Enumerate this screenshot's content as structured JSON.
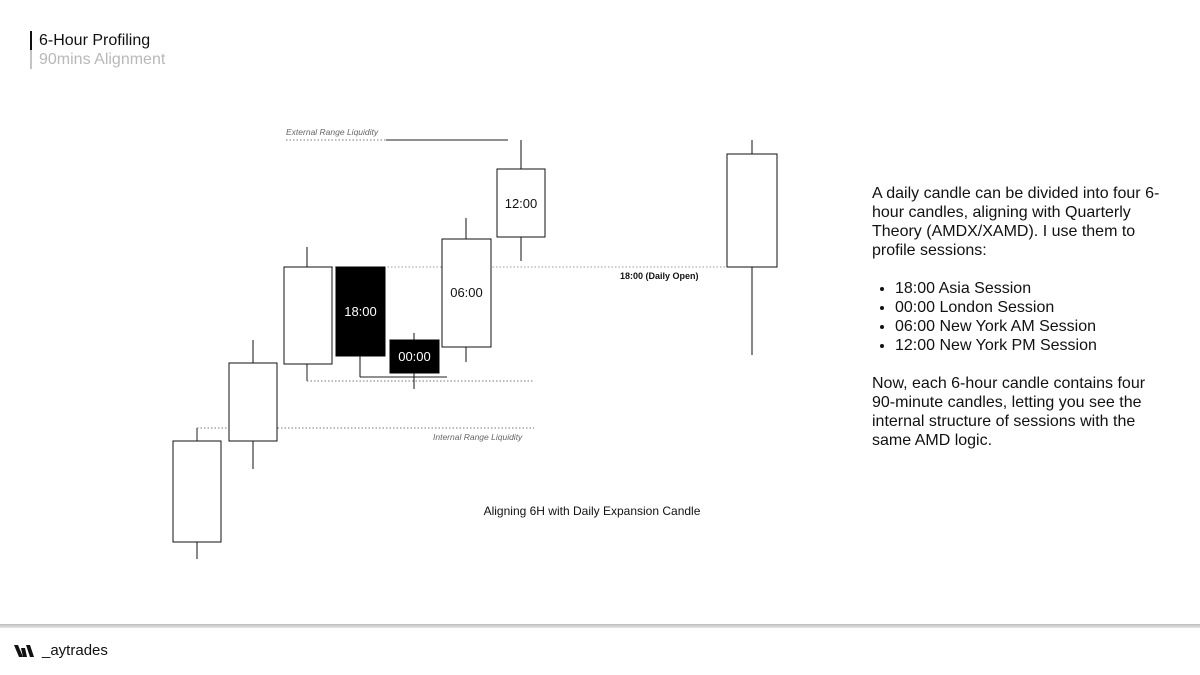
{
  "header": {
    "title": "6-Hour Profiling",
    "subtitle": "90mins Alignment"
  },
  "diagram": {
    "caption": "Aligning 6H with Daily Expansion Candle",
    "external_label": "External Range Liquidity",
    "internal_label": "Internal Range Liquidity",
    "daily_open_label": "18:00 (Daily Open)",
    "candles": [
      {
        "label": "",
        "fill": "white"
      },
      {
        "label": "",
        "fill": "white"
      },
      {
        "label": "",
        "fill": "white"
      },
      {
        "label": "18:00",
        "fill": "black"
      },
      {
        "label": "00:00",
        "fill": "black"
      },
      {
        "label": "06:00",
        "fill": "white"
      },
      {
        "label": "12:00",
        "fill": "white"
      },
      {
        "label": "",
        "fill": "white"
      }
    ]
  },
  "description": {
    "intro": "A daily candle can be divided into four 6-hour candles, aligning with Quarterly Theory (AMDX/XAMD). I use them to profile sessions:",
    "sessions": [
      "18:00 Asia Session",
      "00:00 London Session",
      "06:00 New York AM Session",
      "12:00 New York PM Session"
    ],
    "outro": "Now, each 6-hour candle contains four 90-minute candles, letting you see the internal structure of sessions with the same AMD logic."
  },
  "footer": {
    "brand": "_aytrades",
    "brand_icon": "brand-logo-icon"
  },
  "colors": {
    "ink": "#111111",
    "muted": "#b8b8b8",
    "guide": "#8a8a8a"
  }
}
